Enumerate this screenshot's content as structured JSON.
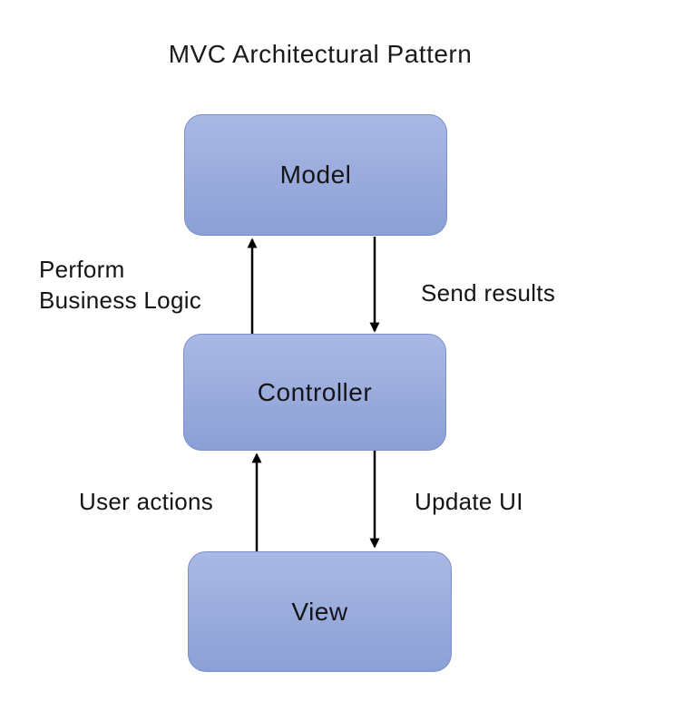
{
  "title": "MVC Architectural Pattern",
  "nodes": [
    {
      "id": "model",
      "label": "Model"
    },
    {
      "id": "controller",
      "label": "Controller"
    },
    {
      "id": "view",
      "label": "View"
    }
  ],
  "edges": [
    {
      "from": "controller",
      "to": "model",
      "label": "Perform\nBusiness Logic"
    },
    {
      "from": "model",
      "to": "controller",
      "label": "Send results"
    },
    {
      "from": "view",
      "to": "controller",
      "label": "User actions"
    },
    {
      "from": "controller",
      "to": "view",
      "label": "Update UI"
    }
  ],
  "colors": {
    "node_fill_top": "#aab8e4",
    "node_fill_bottom": "#8ba0d6",
    "node_border": "#7b8fca",
    "arrow": "#000000",
    "text": "#1a1a1a",
    "background": "#ffffff"
  }
}
